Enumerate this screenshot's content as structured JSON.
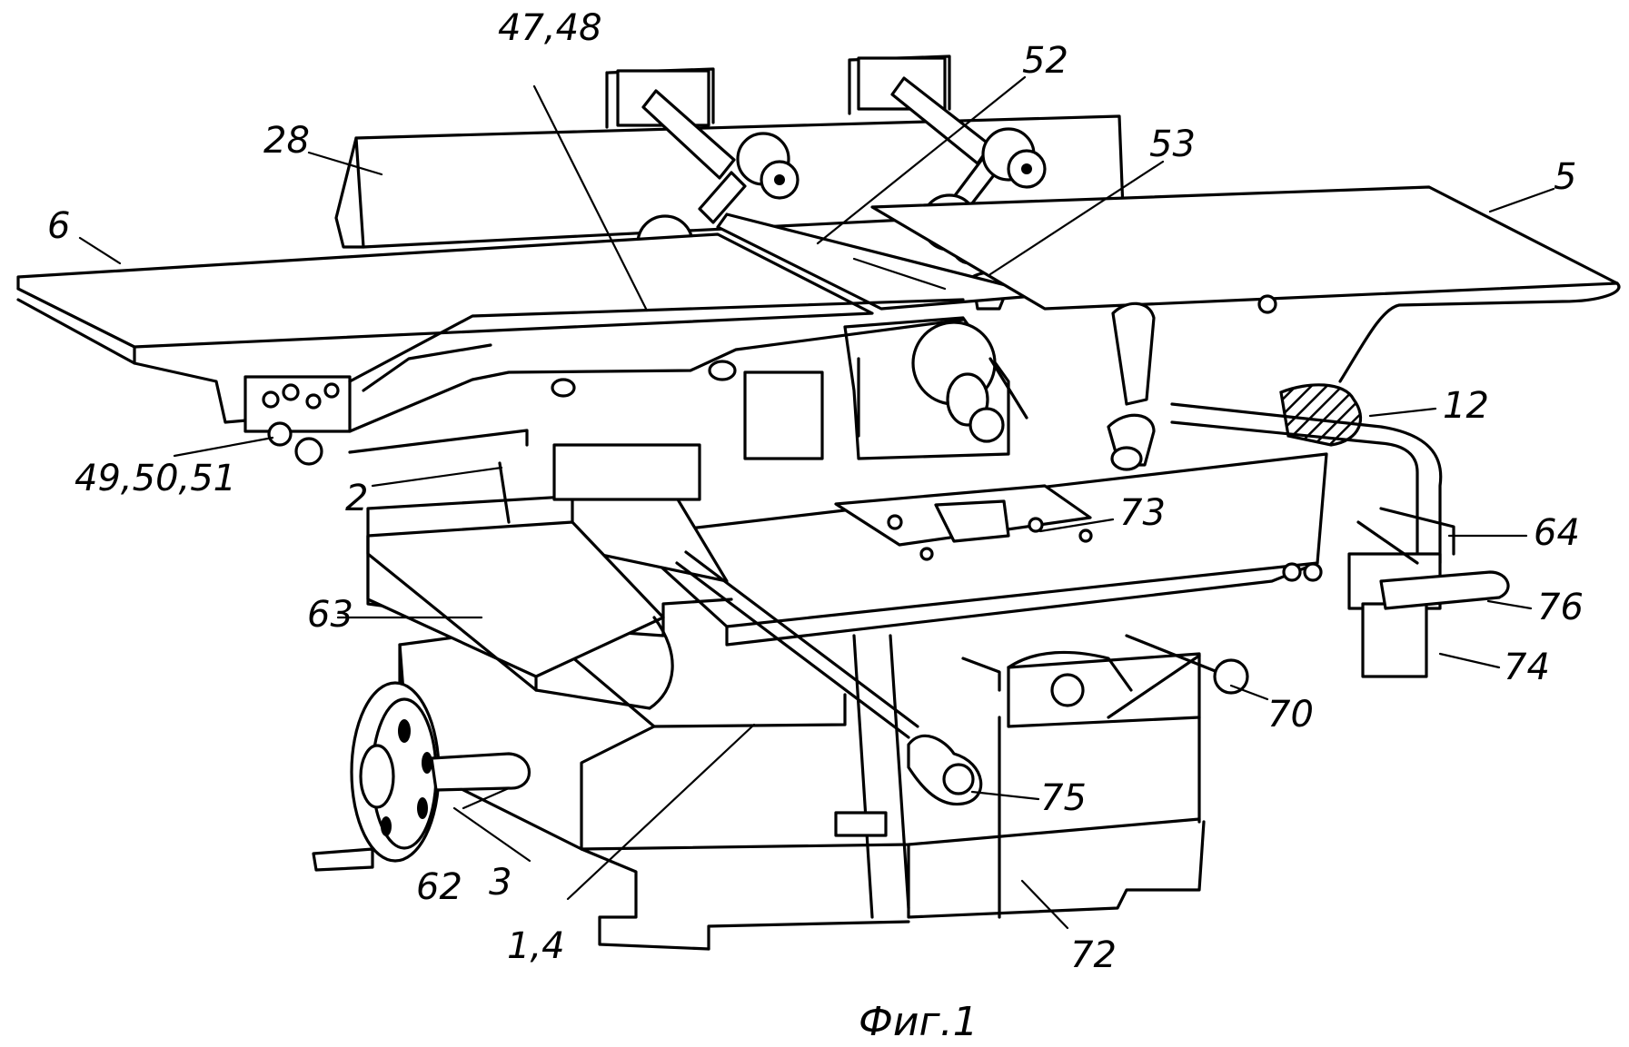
{
  "figure": {
    "caption": "Фиг.1",
    "labels": {
      "l_47_48": "47,48",
      "l_52": "52",
      "l_53": "53",
      "l_28": "28",
      "l_6": "6",
      "l_5": "5",
      "l_12": "12",
      "l_49_50_51": "49,50,51",
      "l_2": "2",
      "l_73": "73",
      "l_64": "64",
      "l_63": "63",
      "l_76": "76",
      "l_74": "74",
      "l_70": "70",
      "l_75": "75",
      "l_62": "62",
      "l_3": "3",
      "l_1_4": "1,4",
      "l_72": "72"
    }
  }
}
